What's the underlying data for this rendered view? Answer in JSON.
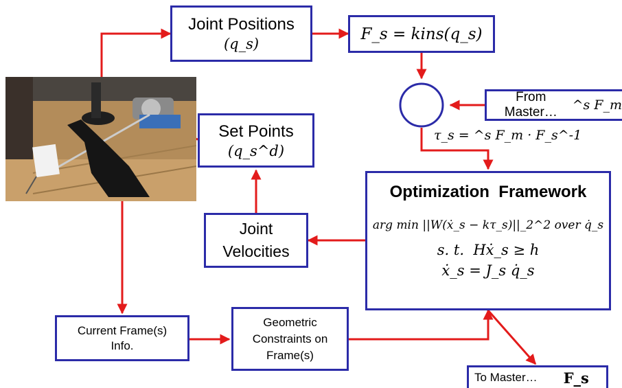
{
  "colors": {
    "box_border": "#2b2ba8",
    "arrow": "#e31b1b"
  },
  "nodes": {
    "joint_positions": {
      "label": "Joint Positions",
      "math": "(q_s)"
    },
    "fk": {
      "math": "F_s = kins(q_s)"
    },
    "from_master": {
      "label": "From Master…",
      "math": "^s F_m"
    },
    "tau": {
      "math": "τ_s = ^s F_m · F_s^-1"
    },
    "set_points": {
      "label": "Set Points",
      "math": "(q_s^d)"
    },
    "optimization": {
      "title": "Optimization  Framework",
      "line1": "arg min ||W(ẋ_s − kτ_s)||_2^2 over q̇_s",
      "line2": "s. t.  Hẋ_s ≥ h",
      "line3": "ẋ_s = J_s q̇_s"
    },
    "joint_velocities": {
      "label_line1": "Joint",
      "label_line2": "Velocities"
    },
    "current_frame": {
      "label_line1": "Current Frame(s)",
      "label_line2": "Info."
    },
    "geometric": {
      "label_line1": "Geometric",
      "label_line2": "Constraints on",
      "label_line3": "Frame(s)"
    },
    "to_master": {
      "label": "To Master…",
      "math": "F_s"
    }
  },
  "photo": {
    "icon": "robot-setup-photo"
  }
}
